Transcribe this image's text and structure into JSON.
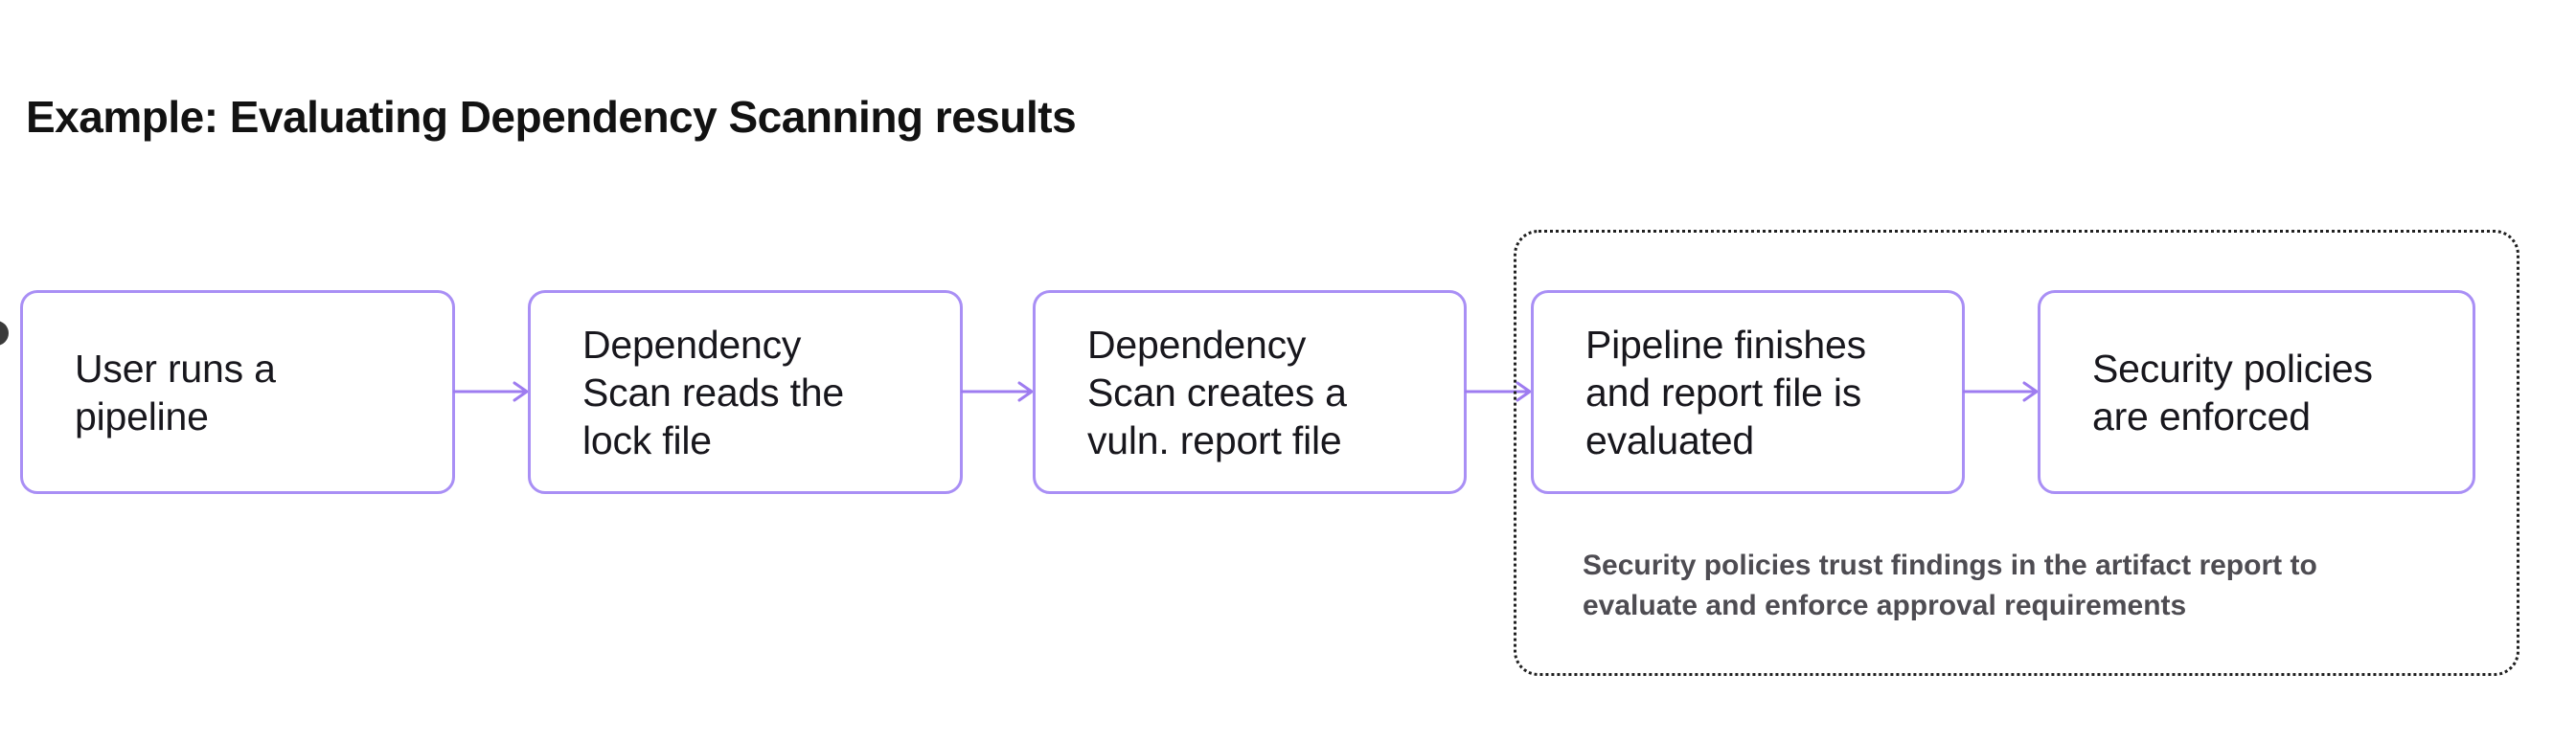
{
  "title": "Example: Evaluating Dependency Scanning results",
  "colors": {
    "background": "#ffffff",
    "box_border": "#a98ff5",
    "arrow": "#9e7cf0",
    "dotted_border": "#202020",
    "title_text": "#121212",
    "box_text": "#18171d",
    "caption_text": "#4e4c52",
    "clipped_dot": "#3a3a3a"
  },
  "flow": {
    "steps": [
      {
        "lines": [
          "User runs a",
          "pipeline"
        ]
      },
      {
        "lines": [
          "Dependency",
          "Scan reads the",
          "lock file"
        ]
      },
      {
        "lines": [
          "Dependency",
          "Scan creates a",
          "vuln. report file"
        ]
      },
      {
        "lines": [
          "Pipeline finishes",
          "and report file is",
          "evaluated"
        ]
      },
      {
        "lines": [
          "Security policies",
          "are enforced"
        ]
      }
    ],
    "caption_lines": [
      "Security policies trust findings in the artifact report to",
      "evaluate and enforce approval requirements"
    ]
  }
}
